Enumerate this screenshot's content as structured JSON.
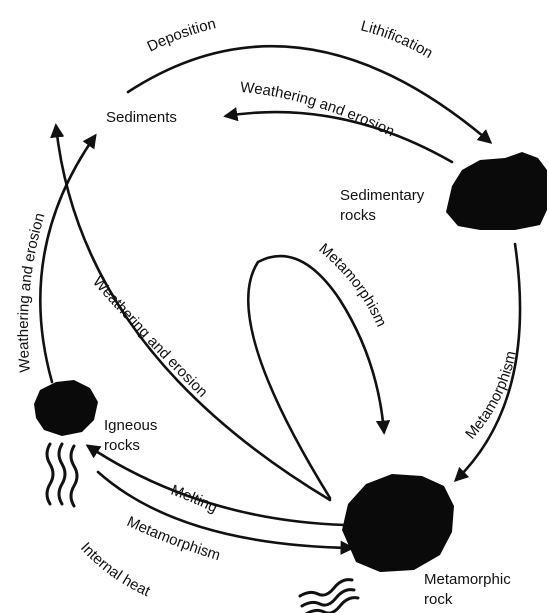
{
  "nodes": {
    "sediments": "Sediments",
    "sedimentary_rocks": [
      "Sedimentary",
      "rocks"
    ],
    "metamorphic_rock": [
      "Metamorphic",
      "rock"
    ],
    "igneous_rocks": [
      "Igneous",
      "rocks"
    ]
  },
  "processes": {
    "deposition": "Deposition",
    "lithification": "Lithification",
    "weathering_sedimentary": "Weathering and erosion",
    "weathering_left": "Weathering and erosion",
    "weathering_metamorphic": "Weathering and erosion",
    "metamorphism_loop": "Metamorphism",
    "metamorphism_right": "Metamorphism",
    "melting": "Melting",
    "metamorphism_bottom": "Metamorphism",
    "internal_heat": "Internal heat"
  }
}
